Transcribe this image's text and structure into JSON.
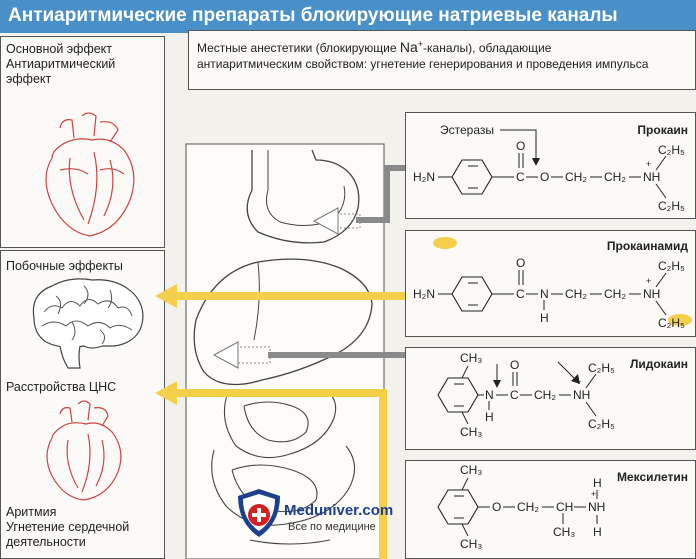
{
  "title": "Антиаритмические препараты блокирующие натриевые каналы",
  "header_box": {
    "line1_pre": "Местные анестетики (блокирующие ",
    "ion": "Na",
    "ion_charge": "+",
    "line1_post": "-каналы), обладающие",
    "line2": "антиаритмическим свойством: угнетение генерирования и проведения импульса"
  },
  "left_panel": {
    "main_effect": [
      "Основной эффект",
      "Антиаритмический",
      "эффект"
    ],
    "side_effects": "Побочные эффекты",
    "cns": "Расстройства ЦНС",
    "arrhythmia": [
      "Аритмия",
      "Угнетение сердечной",
      "деятельности"
    ]
  },
  "compounds": {
    "procaine": {
      "name": "Прокаин",
      "enzyme": "Эстеразы",
      "h2n": "H₂N",
      "c": "C",
      "o": "O",
      "ch2a": "CH₂",
      "ch2b": "CH₂",
      "nh": "NH",
      "plus": "+",
      "c2h5a": "C₂H₅",
      "c2h5b": "C₂H₅"
    },
    "procainamide": {
      "name": "Прокаинамид",
      "h2n": "H₂N",
      "c": "C",
      "o": "O",
      "n": "N",
      "h": "H",
      "ch2a": "CH₂",
      "ch2b": "CH₂",
      "nh": "NH",
      "plus": "+",
      "c2h5a": "C₂H₅",
      "c2h5b": "C₂H₅"
    },
    "lidocaine": {
      "name": "Лидокаин",
      "ch3a": "CH₃",
      "ch3b": "CH₃",
      "n": "N",
      "h": "H",
      "c": "C",
      "o": "O",
      "ch2": "CH₂",
      "nh": "NH",
      "plus": "+",
      "c2h5a": "C₂H₅",
      "c2h5b": "C₂H₅"
    },
    "mexiletine": {
      "name": "Мексилетин",
      "ch3a": "CH₃",
      "ch3b": "CH₃",
      "ch3c": "CH₃",
      "o": "O",
      "ch2": "CH₂",
      "ch": "CH",
      "nh": "NH",
      "plus": "+",
      "h1": "H",
      "h2": "H"
    }
  },
  "watermark": {
    "brand": "Meduniver.com",
    "tagline": "Все по медицине"
  },
  "colors": {
    "title_bar": "#4a90c8",
    "yellow_arrow": "#f4cf4a",
    "grey_arrow": "#8a8a8a",
    "brand_red": "#d32020",
    "brand_blue": "#1d3f8c"
  }
}
